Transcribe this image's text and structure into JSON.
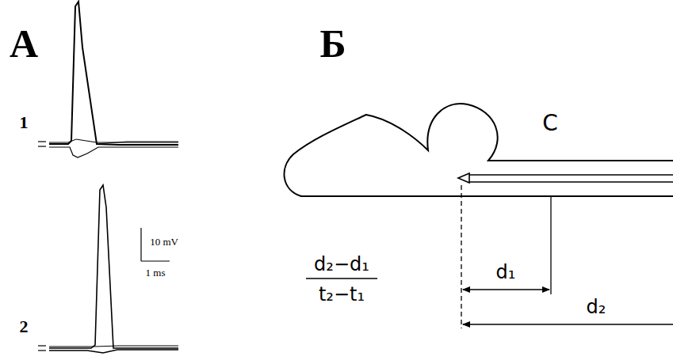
{
  "diagram": {
    "labels": [
      "А",
      "1",
      "2",
      "10 mV",
      "1 ms",
      "Б",
      "С",
      "d₂−d₁",
      "t₂−t₁",
      "d₁",
      "d₂"
    ]
  }
}
